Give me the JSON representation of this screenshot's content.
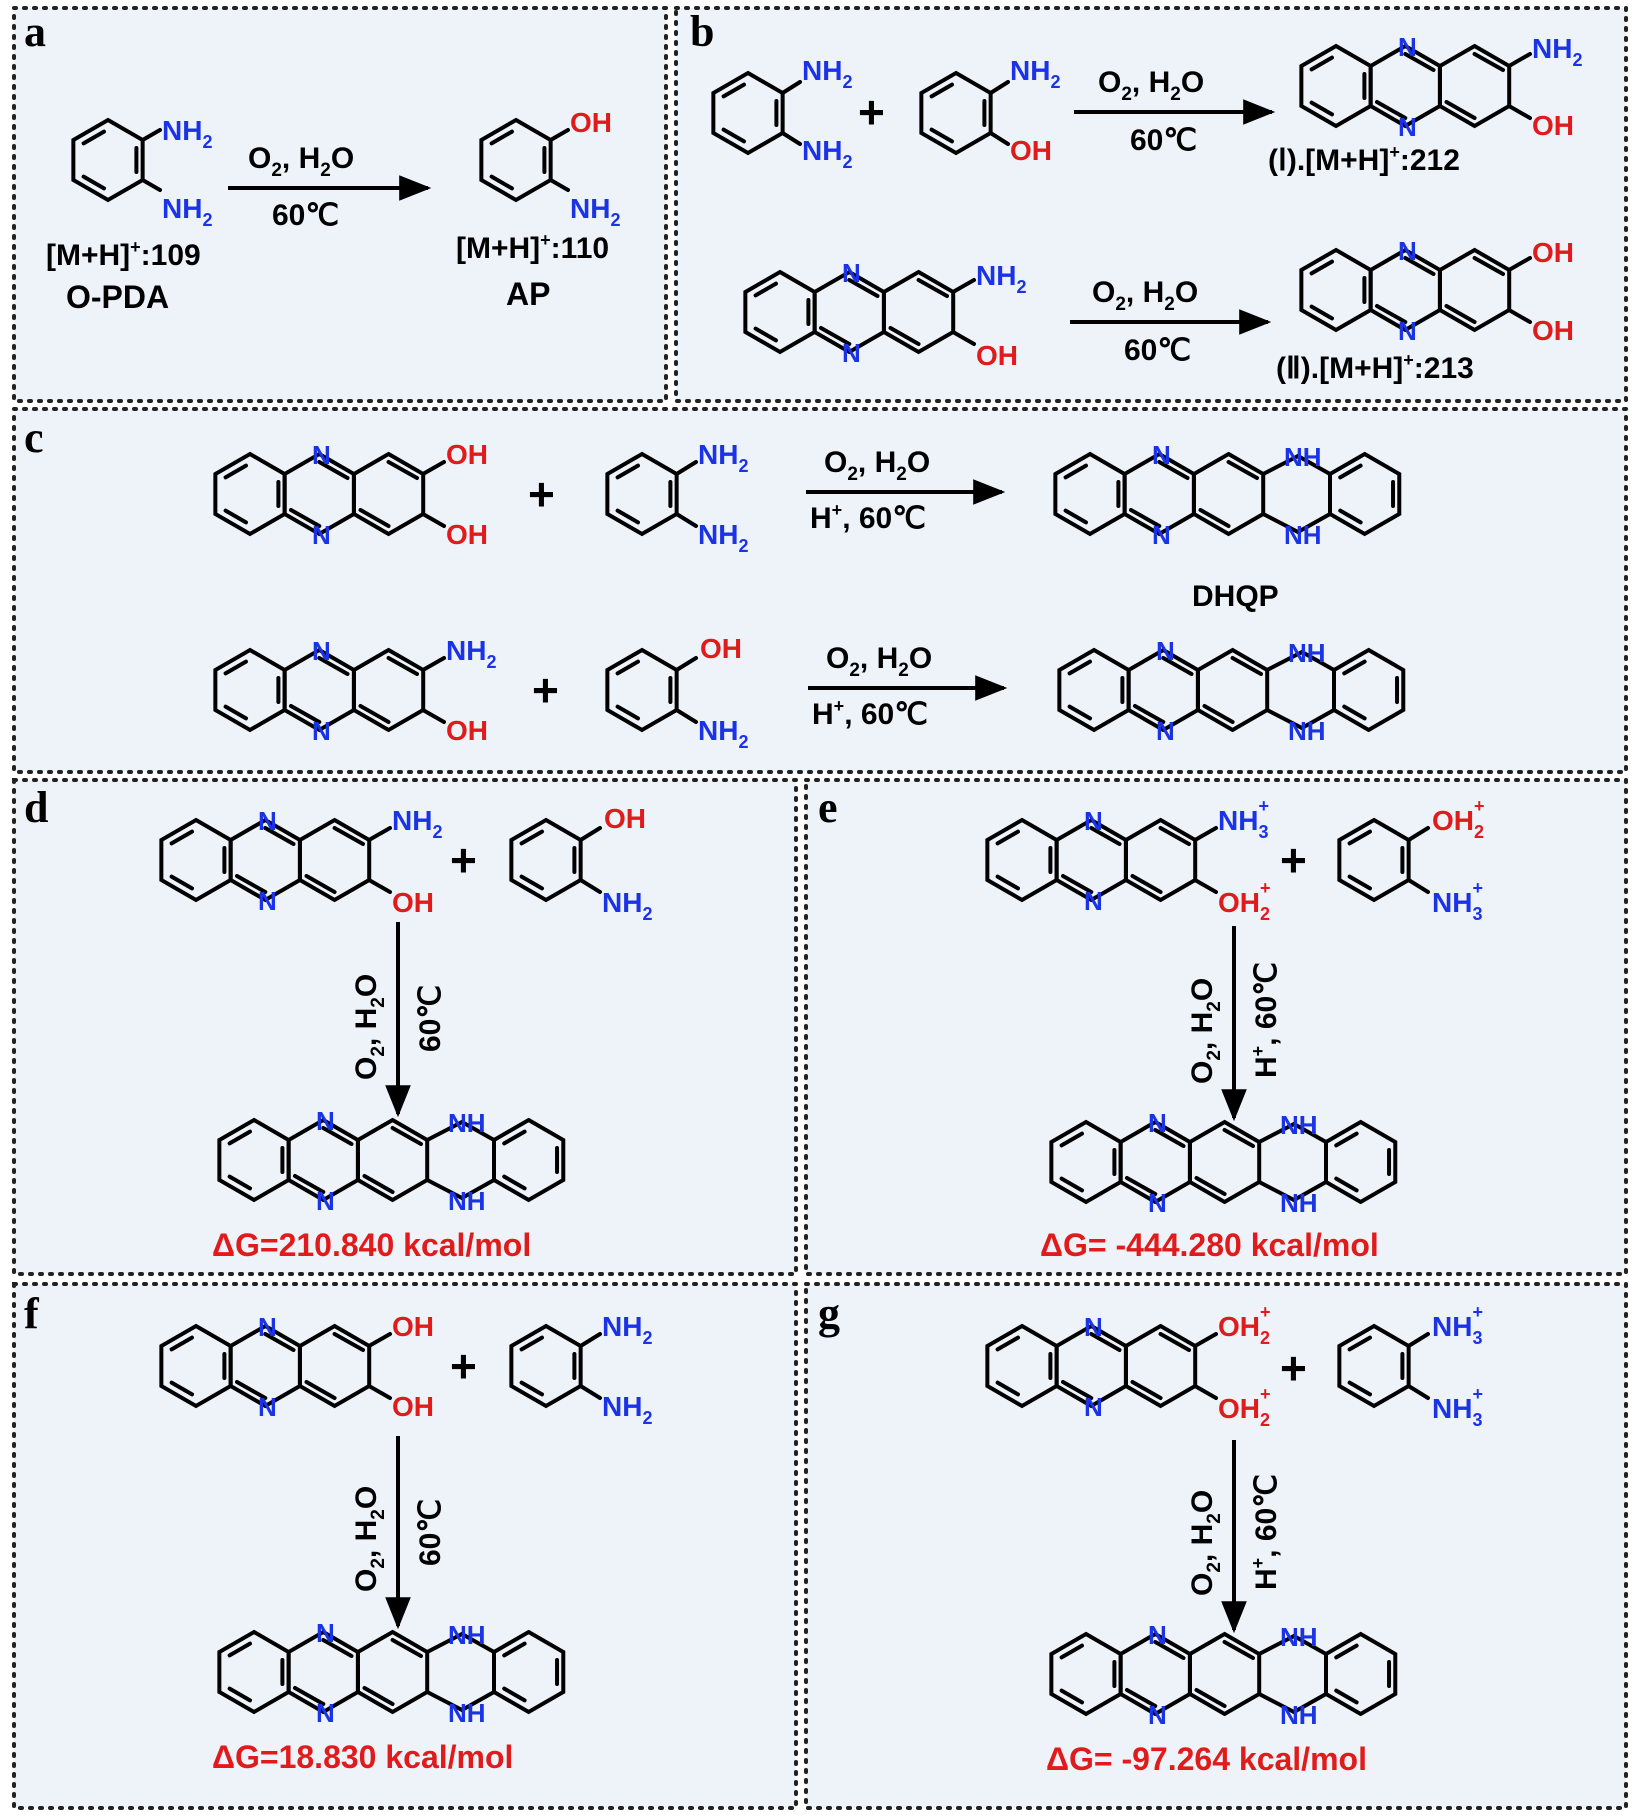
{
  "colors": {
    "panel_bg": "#eef3fa",
    "nitrogen": "#1a33e6",
    "oxygen": "#e01b1b",
    "delta_g": "#e01b1b",
    "bond": "#000000"
  },
  "text": {
    "nh2": "NH",
    "oh": "OH",
    "nh": "NH",
    "nh3": "NH",
    "oh2": "OH",
    "n": "N",
    "sub2": "2",
    "sub3": "3",
    "sup_plus": "+",
    "plus_sign": "+",
    "o2_prefix": "O",
    "h2o": ", H",
    "h2o_tail": "O",
    "temp": "60℃",
    "acid_prefix": "H",
    "acid_temp": ", 60℃",
    "mh_prefix": "[M+H]"
  },
  "panels": {
    "a": {
      "letter": "a",
      "reactant_mass": ":109",
      "reactant_name": "O-PDA",
      "product_mass": ":110",
      "product_name": "AP"
    },
    "b": {
      "letter": "b",
      "product1_label": "(Ⅰ).",
      "product1_mass": ":212",
      "product2_label": "(Ⅱ).",
      "product2_mass": ":213"
    },
    "c": {
      "letter": "c",
      "product1_name": "DHQP"
    },
    "d": {
      "letter": "d",
      "delta_g": "ΔG=210.840 kcal/mol"
    },
    "e": {
      "letter": "e",
      "delta_g": "ΔG= -444.280 kcal/mol"
    },
    "f": {
      "letter": "f",
      "delta_g": "ΔG=18.830 kcal/mol"
    },
    "g": {
      "letter": "g",
      "delta_g": "ΔG= -97.264 kcal/mol"
    }
  }
}
